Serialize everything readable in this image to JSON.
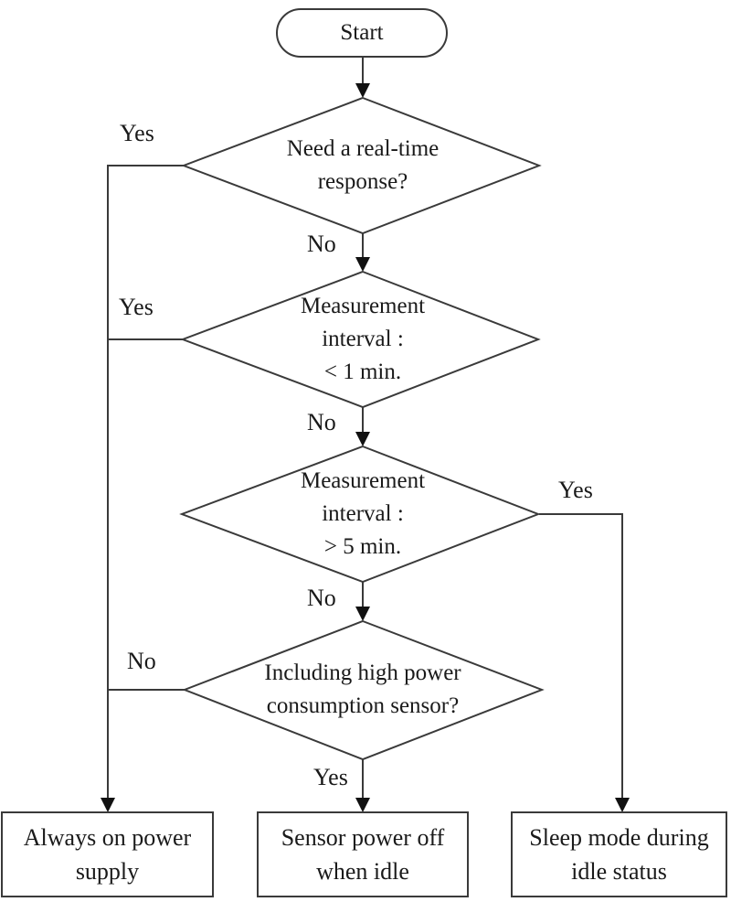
{
  "flowchart": {
    "start": {
      "label": "Start"
    },
    "decisions": [
      {
        "label": "Need a real-time\nresponse?"
      },
      {
        "label": "Measurement\ninterval :\n< 1 min."
      },
      {
        "label": "Measurement\ninterval :\n> 5 min."
      },
      {
        "label": "Including high power\nconsumption sensor?"
      }
    ],
    "edge_labels": {
      "d1_yes": "Yes",
      "d1_no": "No",
      "d2_yes": "Yes",
      "d2_no": "No",
      "d3_yes": "Yes",
      "d3_no": "No",
      "d4_no": "No",
      "d4_yes": "Yes"
    },
    "terminals": [
      {
        "label": "Always on power\nsupply"
      },
      {
        "label": "Sensor power off\nwhen idle"
      },
      {
        "label": "Sleep mode during\nidle status"
      }
    ],
    "colors": {
      "line": "#3a3a3a",
      "arrow": "#111111",
      "text": "#1a1a1a",
      "background": "#ffffff"
    }
  }
}
